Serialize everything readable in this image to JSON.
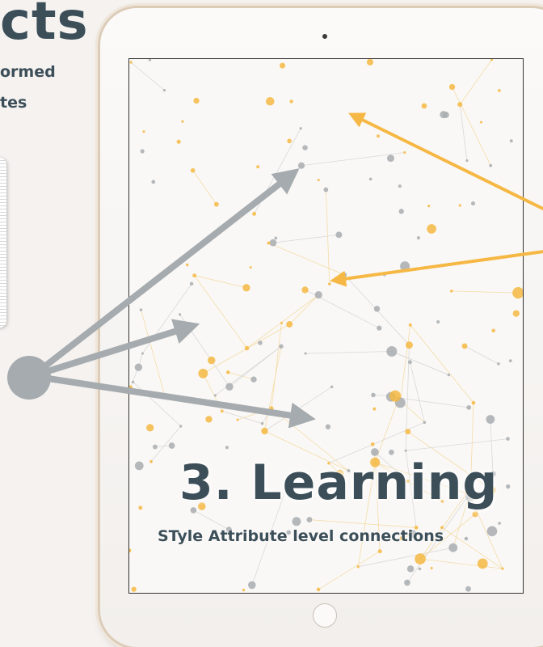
{
  "heading": {
    "title": "cts",
    "line1": "ormed",
    "line2": "tes"
  },
  "screen": {
    "title": "3. Learning",
    "subtitle": "STyle Attribute level connections"
  },
  "colors": {
    "text": "#3c4f59",
    "yellow_accent": "#f5b942",
    "gray_accent": "#a8adb0"
  }
}
